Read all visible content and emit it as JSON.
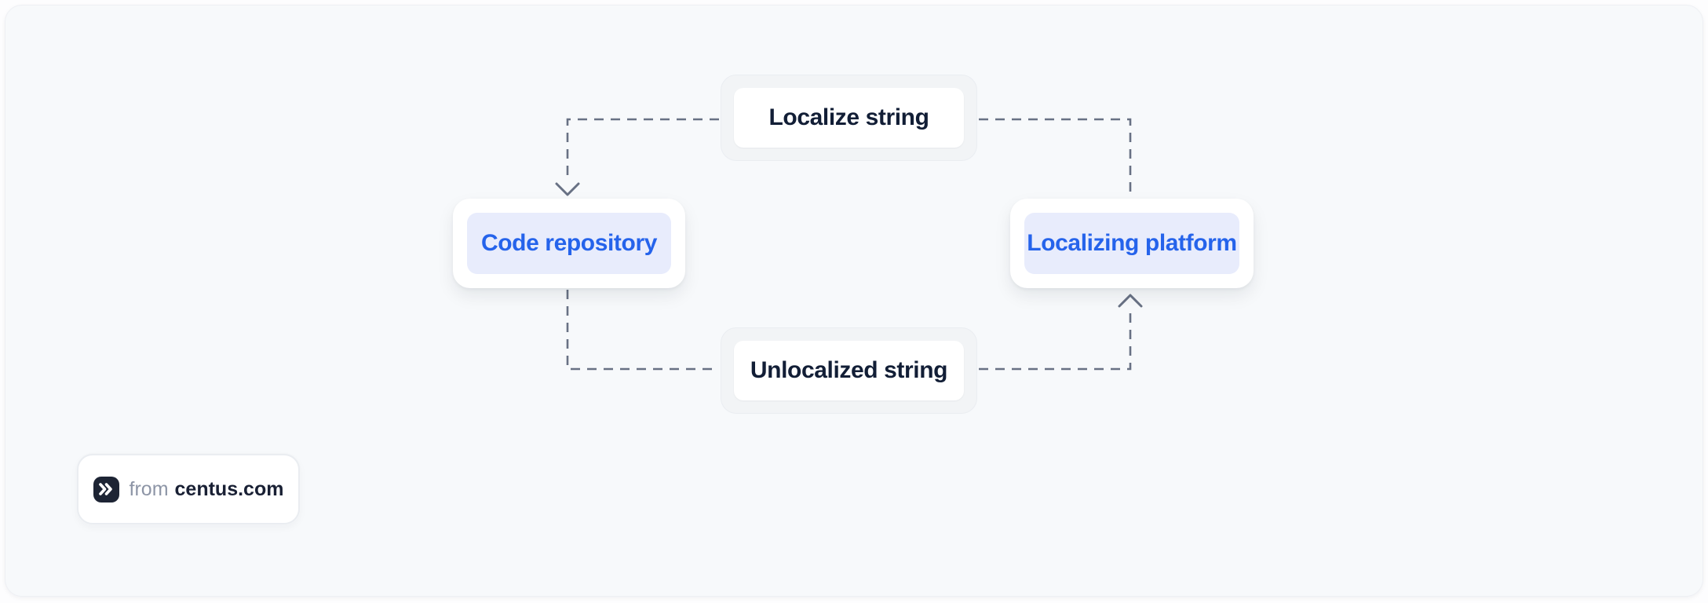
{
  "diagram": {
    "nodes": [
      {
        "id": "localize-string",
        "label": "Localize string",
        "variant": "plain",
        "role": "flow-label"
      },
      {
        "id": "code-repository",
        "label": "Code repository",
        "variant": "accent",
        "role": "system"
      },
      {
        "id": "localizing-platform",
        "label": "Localizing platform",
        "variant": "accent",
        "role": "system"
      },
      {
        "id": "unlocalized-string",
        "label": "Unlocalized string",
        "variant": "plain",
        "role": "flow-label"
      }
    ],
    "edges": [
      {
        "from": "localizing-platform",
        "via": "localize-string",
        "to": "code-repository",
        "arrow_into": "code-repository-top"
      },
      {
        "from": "code-repository",
        "via": "unlocalized-string",
        "to": "localizing-platform",
        "arrow_into": "localizing-platform-bottom"
      }
    ],
    "line_style": "dashed"
  },
  "badge": {
    "prefix": "from",
    "brand": "centus.com",
    "logo_icon": "double-chevron-icon"
  },
  "colors": {
    "panel_background": "#f7f9fb",
    "plain_node_outer": "#f2f4f6",
    "plain_node_inner": "#ffffff",
    "plain_label_text": "#121e36",
    "accent_node_outer": "#ffffff",
    "accent_node_inner": "#e8ecfc",
    "accent_label_text": "#2563eb",
    "dashed_line": "#687184",
    "logo_background": "#1d2434"
  }
}
